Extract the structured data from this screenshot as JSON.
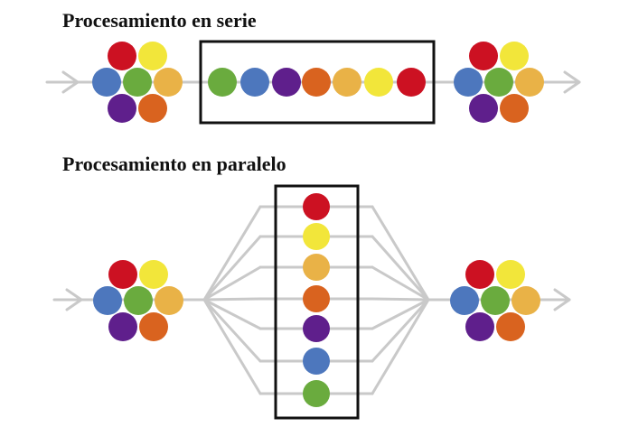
{
  "titles": {
    "serial": "Procesamiento en serie",
    "parallel": "Procesamiento en paralelo"
  },
  "colors": {
    "red": "#cc1122",
    "yellow": "#f2e63a",
    "orange_light": "#e9b247",
    "orange": "#d9631f",
    "purple": "#5f1f8c",
    "blue": "#4d77bd",
    "green": "#6aab3e",
    "line": "#c9c9c9",
    "box": "#111111"
  },
  "cluster_order": [
    "red",
    "yellow",
    "blue",
    "green",
    "orange_light",
    "purple",
    "orange"
  ],
  "serial_queue": [
    "green",
    "blue",
    "purple",
    "orange",
    "orange_light",
    "yellow",
    "red"
  ],
  "parallel_queue": [
    "red",
    "yellow",
    "orange_light",
    "orange",
    "purple",
    "blue",
    "green"
  ]
}
